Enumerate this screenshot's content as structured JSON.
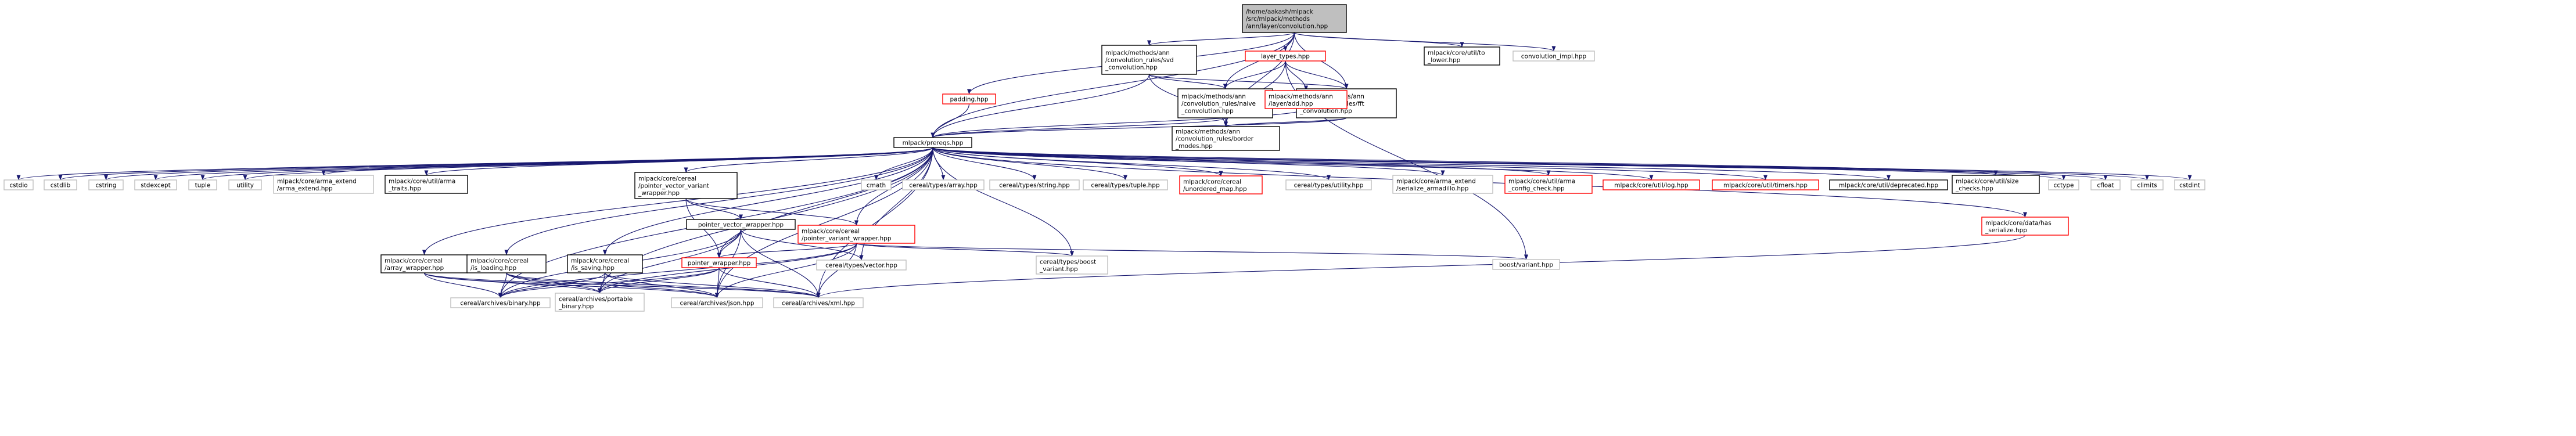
{
  "colors": {
    "edge": "#191970",
    "border_default": "#000000",
    "border_missing": "#bfbfbf",
    "border_red": "#ff0000",
    "fill_root": "#bfbfbf",
    "fill": "#ffffff"
  },
  "nodes": [
    {
      "id": "root",
      "lines": [
        "/home/aakash/mlpack",
        "/src/mlpack/methods",
        "/ann/layer/convolution.hpp"
      ],
      "style": "root"
    },
    {
      "id": "naive",
      "lines": [
        "mlpack/methods/ann",
        "/convolution_rules/naive",
        "_convolution.hpp"
      ],
      "style": "default"
    },
    {
      "id": "svd",
      "lines": [
        "mlpack/methods/ann",
        "/convolution_rules/svd",
        "_convolution.hpp"
      ],
      "style": "default"
    },
    {
      "id": "fft",
      "lines": [
        "mlpack/methods/ann",
        "/convolution_rules/fft",
        "_convolution.hpp"
      ],
      "style": "default"
    },
    {
      "id": "layer_types",
      "lines": [
        "layer_types.hpp"
      ],
      "style": "red"
    },
    {
      "id": "padding",
      "lines": [
        "padding.hpp"
      ],
      "style": "red"
    },
    {
      "id": "im2col",
      "lines": [
        "mlpack/core/util/to",
        "_lower.hpp"
      ],
      "style": "default"
    },
    {
      "id": "conv_impl",
      "lines": [
        "convolution_impl.hpp"
      ],
      "style": "missing"
    },
    {
      "id": "add",
      "lines": [
        "mlpack/methods/ann",
        "/layer/add.hpp"
      ],
      "style": "red"
    },
    {
      "id": "border",
      "lines": [
        "mlpack/methods/ann",
        "/convolution_rules/border",
        "_modes.hpp"
      ],
      "style": "default"
    },
    {
      "id": "prereqs",
      "lines": [
        "mlpack/prereqs.hpp"
      ],
      "style": "default"
    },
    {
      "id": "cstdio",
      "lines": [
        "cstdio"
      ],
      "style": "missing"
    },
    {
      "id": "cstdlib",
      "lines": [
        "cstdlib"
      ],
      "style": "missing"
    },
    {
      "id": "cstring",
      "lines": [
        "cstring"
      ],
      "style": "missing"
    },
    {
      "id": "stdexcept",
      "lines": [
        "stdexcept"
      ],
      "style": "missing"
    },
    {
      "id": "tuple",
      "lines": [
        "tuple"
      ],
      "style": "missing"
    },
    {
      "id": "utility",
      "lines": [
        "utility"
      ],
      "style": "missing"
    },
    {
      "id": "arma_extend",
      "lines": [
        "mlpack/core/arma_extend",
        "/arma_extend.hpp"
      ],
      "style": "missing"
    },
    {
      "id": "arma_traits",
      "lines": [
        "mlpack/core/util/arma",
        "_traits.hpp"
      ],
      "style": "default"
    },
    {
      "id": "pvvw",
      "lines": [
        "mlpack/core/cereal",
        "/pointer_vector_variant",
        "_wrapper.hpp"
      ],
      "style": "default"
    },
    {
      "id": "cmath",
      "lines": [
        "cmath"
      ],
      "style": "missing"
    },
    {
      "id": "ct_array",
      "lines": [
        "cereal/types/array.hpp"
      ],
      "style": "missing"
    },
    {
      "id": "ct_string",
      "lines": [
        "cereal/types/string.hpp"
      ],
      "style": "missing"
    },
    {
      "id": "ct_tuple",
      "lines": [
        "cereal/types/tuple.hpp"
      ],
      "style": "missing"
    },
    {
      "id": "unordered_map",
      "lines": [
        "mlpack/core/cereal",
        "/unordered_map.hpp"
      ],
      "style": "red"
    },
    {
      "id": "ct_utility",
      "lines": [
        "cereal/types/utility.hpp"
      ],
      "style": "missing"
    },
    {
      "id": "serialize_armadillo",
      "lines": [
        "mlpack/core/arma_extend",
        "/serialize_armadillo.hpp"
      ],
      "style": "missing"
    },
    {
      "id": "arma_config",
      "lines": [
        "mlpack/core/util/arma",
        "_config_check.hpp"
      ],
      "style": "red"
    },
    {
      "id": "log",
      "lines": [
        "mlpack/core/util/log.hpp"
      ],
      "style": "red"
    },
    {
      "id": "timers",
      "lines": [
        "mlpack/core/util/timers.hpp"
      ],
      "style": "red"
    },
    {
      "id": "deprecated",
      "lines": [
        "mlpack/core/util/deprecated.hpp"
      ],
      "style": "default"
    },
    {
      "id": "size_checks",
      "lines": [
        "mlpack/core/util/size",
        "_checks.hpp"
      ],
      "style": "default"
    },
    {
      "id": "cctype",
      "lines": [
        "cctype"
      ],
      "style": "missing"
    },
    {
      "id": "cfloat",
      "lines": [
        "cfloat"
      ],
      "style": "missing"
    },
    {
      "id": "climits",
      "lines": [
        "climits"
      ],
      "style": "missing"
    },
    {
      "id": "cstdint",
      "lines": [
        "cstdint"
      ],
      "style": "missing"
    },
    {
      "id": "pvw",
      "lines": [
        "pointer_vector_wrapper.hpp"
      ],
      "style": "default"
    },
    {
      "id": "pvarw",
      "lines": [
        "mlpack/core/cereal",
        "/pointer_variant_wrapper.hpp"
      ],
      "style": "red"
    },
    {
      "id": "has_serialize",
      "lines": [
        "mlpack/core/data/has",
        "_serialize.hpp"
      ],
      "style": "red"
    },
    {
      "id": "array_wrapper",
      "lines": [
        "mlpack/core/cereal",
        "/array_wrapper.hpp"
      ],
      "style": "default"
    },
    {
      "id": "is_loading",
      "lines": [
        "mlpack/core/cereal",
        "/is_loading.hpp"
      ],
      "style": "default"
    },
    {
      "id": "is_saving",
      "lines": [
        "mlpack/core/cereal",
        "/is_saving.hpp"
      ],
      "style": "default"
    },
    {
      "id": "pointer_wrapper",
      "lines": [
        "pointer_wrapper.hpp"
      ],
      "style": "red"
    },
    {
      "id": "ct_vector",
      "lines": [
        "cereal/types/vector.hpp"
      ],
      "style": "missing"
    },
    {
      "id": "boost_variant_hpp",
      "lines": [
        "cereal/types/boost",
        "_variant.hpp"
      ],
      "style": "missing"
    },
    {
      "id": "boost_variant",
      "lines": [
        "boost/variant.hpp"
      ],
      "style": "missing"
    },
    {
      "id": "binary",
      "lines": [
        "cereal/archives/binary.hpp"
      ],
      "style": "missing"
    },
    {
      "id": "portable_binary",
      "lines": [
        "cereal/archives/portable",
        "_binary.hpp"
      ],
      "style": "missing"
    },
    {
      "id": "json",
      "lines": [
        "cereal/archives/json.hpp"
      ],
      "style": "missing"
    },
    {
      "id": "xml",
      "lines": [
        "cereal/archives/xml.hpp"
      ],
      "style": "missing"
    }
  ],
  "edges": [
    [
      "root",
      "naive"
    ],
    [
      "root",
      "svd"
    ],
    [
      "root",
      "fft"
    ],
    [
      "root",
      "layer_types"
    ],
    [
      "root",
      "padding"
    ],
    [
      "root",
      "im2col"
    ],
    [
      "root",
      "conv_impl"
    ],
    [
      "root",
      "border"
    ],
    [
      "root",
      "prereqs"
    ],
    [
      "svd",
      "naive"
    ],
    [
      "svd",
      "fft"
    ],
    [
      "svd",
      "border"
    ],
    [
      "svd",
      "prereqs"
    ],
    [
      "naive",
      "border"
    ],
    [
      "naive",
      "prereqs"
    ],
    [
      "fft",
      "border"
    ],
    [
      "fft",
      "prereqs"
    ],
    [
      "layer_types",
      "naive"
    ],
    [
      "layer_types",
      "fft"
    ],
    [
      "layer_types",
      "add"
    ],
    [
      "layer_types",
      "border"
    ],
    [
      "layer_types",
      "boost_variant"
    ],
    [
      "padding",
      "prereqs"
    ],
    [
      "add",
      "prereqs"
    ],
    [
      "prereqs",
      "cstdio"
    ],
    [
      "prereqs",
      "cstdlib"
    ],
    [
      "prereqs",
      "cstring"
    ],
    [
      "prereqs",
      "stdexcept"
    ],
    [
      "prereqs",
      "tuple"
    ],
    [
      "prereqs",
      "utility"
    ],
    [
      "prereqs",
      "arma_extend"
    ],
    [
      "prereqs",
      "arma_traits"
    ],
    [
      "prereqs",
      "pvvw"
    ],
    [
      "prereqs",
      "cmath"
    ],
    [
      "prereqs",
      "ct_array"
    ],
    [
      "prereqs",
      "ct_string"
    ],
    [
      "prereqs",
      "ct_tuple"
    ],
    [
      "prereqs",
      "unordered_map"
    ],
    [
      "prereqs",
      "ct_utility"
    ],
    [
      "prereqs",
      "serialize_armadillo"
    ],
    [
      "prereqs",
      "arma_config"
    ],
    [
      "prereqs",
      "log"
    ],
    [
      "prereqs",
      "timers"
    ],
    [
      "prereqs",
      "deprecated"
    ],
    [
      "prereqs",
      "size_checks"
    ],
    [
      "prereqs",
      "cctype"
    ],
    [
      "prereqs",
      "cfloat"
    ],
    [
      "prereqs",
      "climits"
    ],
    [
      "prereqs",
      "cstdint"
    ],
    [
      "prereqs",
      "pvarw"
    ],
    [
      "prereqs",
      "has_serialize"
    ],
    [
      "prereqs",
      "array_wrapper"
    ],
    [
      "prereqs",
      "is_loading"
    ],
    [
      "prereqs",
      "is_saving"
    ],
    [
      "prereqs",
      "pointer_wrapper"
    ],
    [
      "prereqs",
      "ct_vector"
    ],
    [
      "prereqs",
      "boost_variant_hpp"
    ],
    [
      "prereqs",
      "binary"
    ],
    [
      "prereqs",
      "portable_binary"
    ],
    [
      "prereqs",
      "json"
    ],
    [
      "prereqs",
      "xml"
    ],
    [
      "pvvw",
      "pvw"
    ],
    [
      "pvvw",
      "pvarw"
    ],
    [
      "pvvw",
      "pointer_wrapper"
    ],
    [
      "pvw",
      "pointer_wrapper"
    ],
    [
      "pvw",
      "ct_vector"
    ],
    [
      "pvw",
      "binary"
    ],
    [
      "pvw",
      "portable_binary"
    ],
    [
      "pvw",
      "json"
    ],
    [
      "pvw",
      "xml"
    ],
    [
      "pvarw",
      "pointer_wrapper"
    ],
    [
      "pvarw",
      "boost_variant"
    ],
    [
      "pvarw",
      "boost_variant_hpp"
    ],
    [
      "pvarw",
      "binary"
    ],
    [
      "pvarw",
      "portable_binary"
    ],
    [
      "pvarw",
      "json"
    ],
    [
      "pvarw",
      "xml"
    ],
    [
      "array_wrapper",
      "binary"
    ],
    [
      "array_wrapper",
      "portable_binary"
    ],
    [
      "array_wrapper",
      "json"
    ],
    [
      "array_wrapper",
      "xml"
    ],
    [
      "is_loading",
      "binary"
    ],
    [
      "is_loading",
      "portable_binary"
    ],
    [
      "is_loading",
      "json"
    ],
    [
      "is_loading",
      "xml"
    ],
    [
      "is_saving",
      "binary"
    ],
    [
      "is_saving",
      "portable_binary"
    ],
    [
      "is_saving",
      "json"
    ],
    [
      "is_saving",
      "xml"
    ],
    [
      "pointer_wrapper",
      "binary"
    ],
    [
      "pointer_wrapper",
      "portable_binary"
    ],
    [
      "pointer_wrapper",
      "json"
    ],
    [
      "pointer_wrapper",
      "xml"
    ],
    [
      "has_serialize",
      "xml"
    ]
  ]
}
